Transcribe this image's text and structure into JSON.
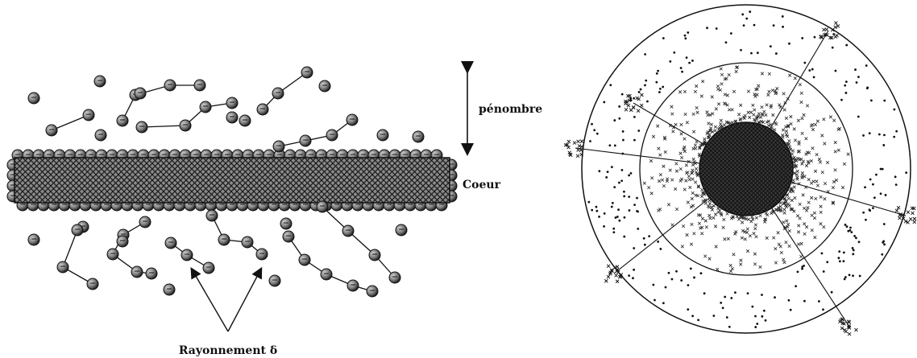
{
  "labels": {
    "penumbra": "pénombre",
    "core": "Coeur",
    "delta_rays": "Rayonnement δ"
  },
  "colors": {
    "ink": "#111111",
    "ball": "#9a9a9a",
    "ball_dark": "#2a2a2a",
    "core_fill": "#6b6b6b"
  }
}
